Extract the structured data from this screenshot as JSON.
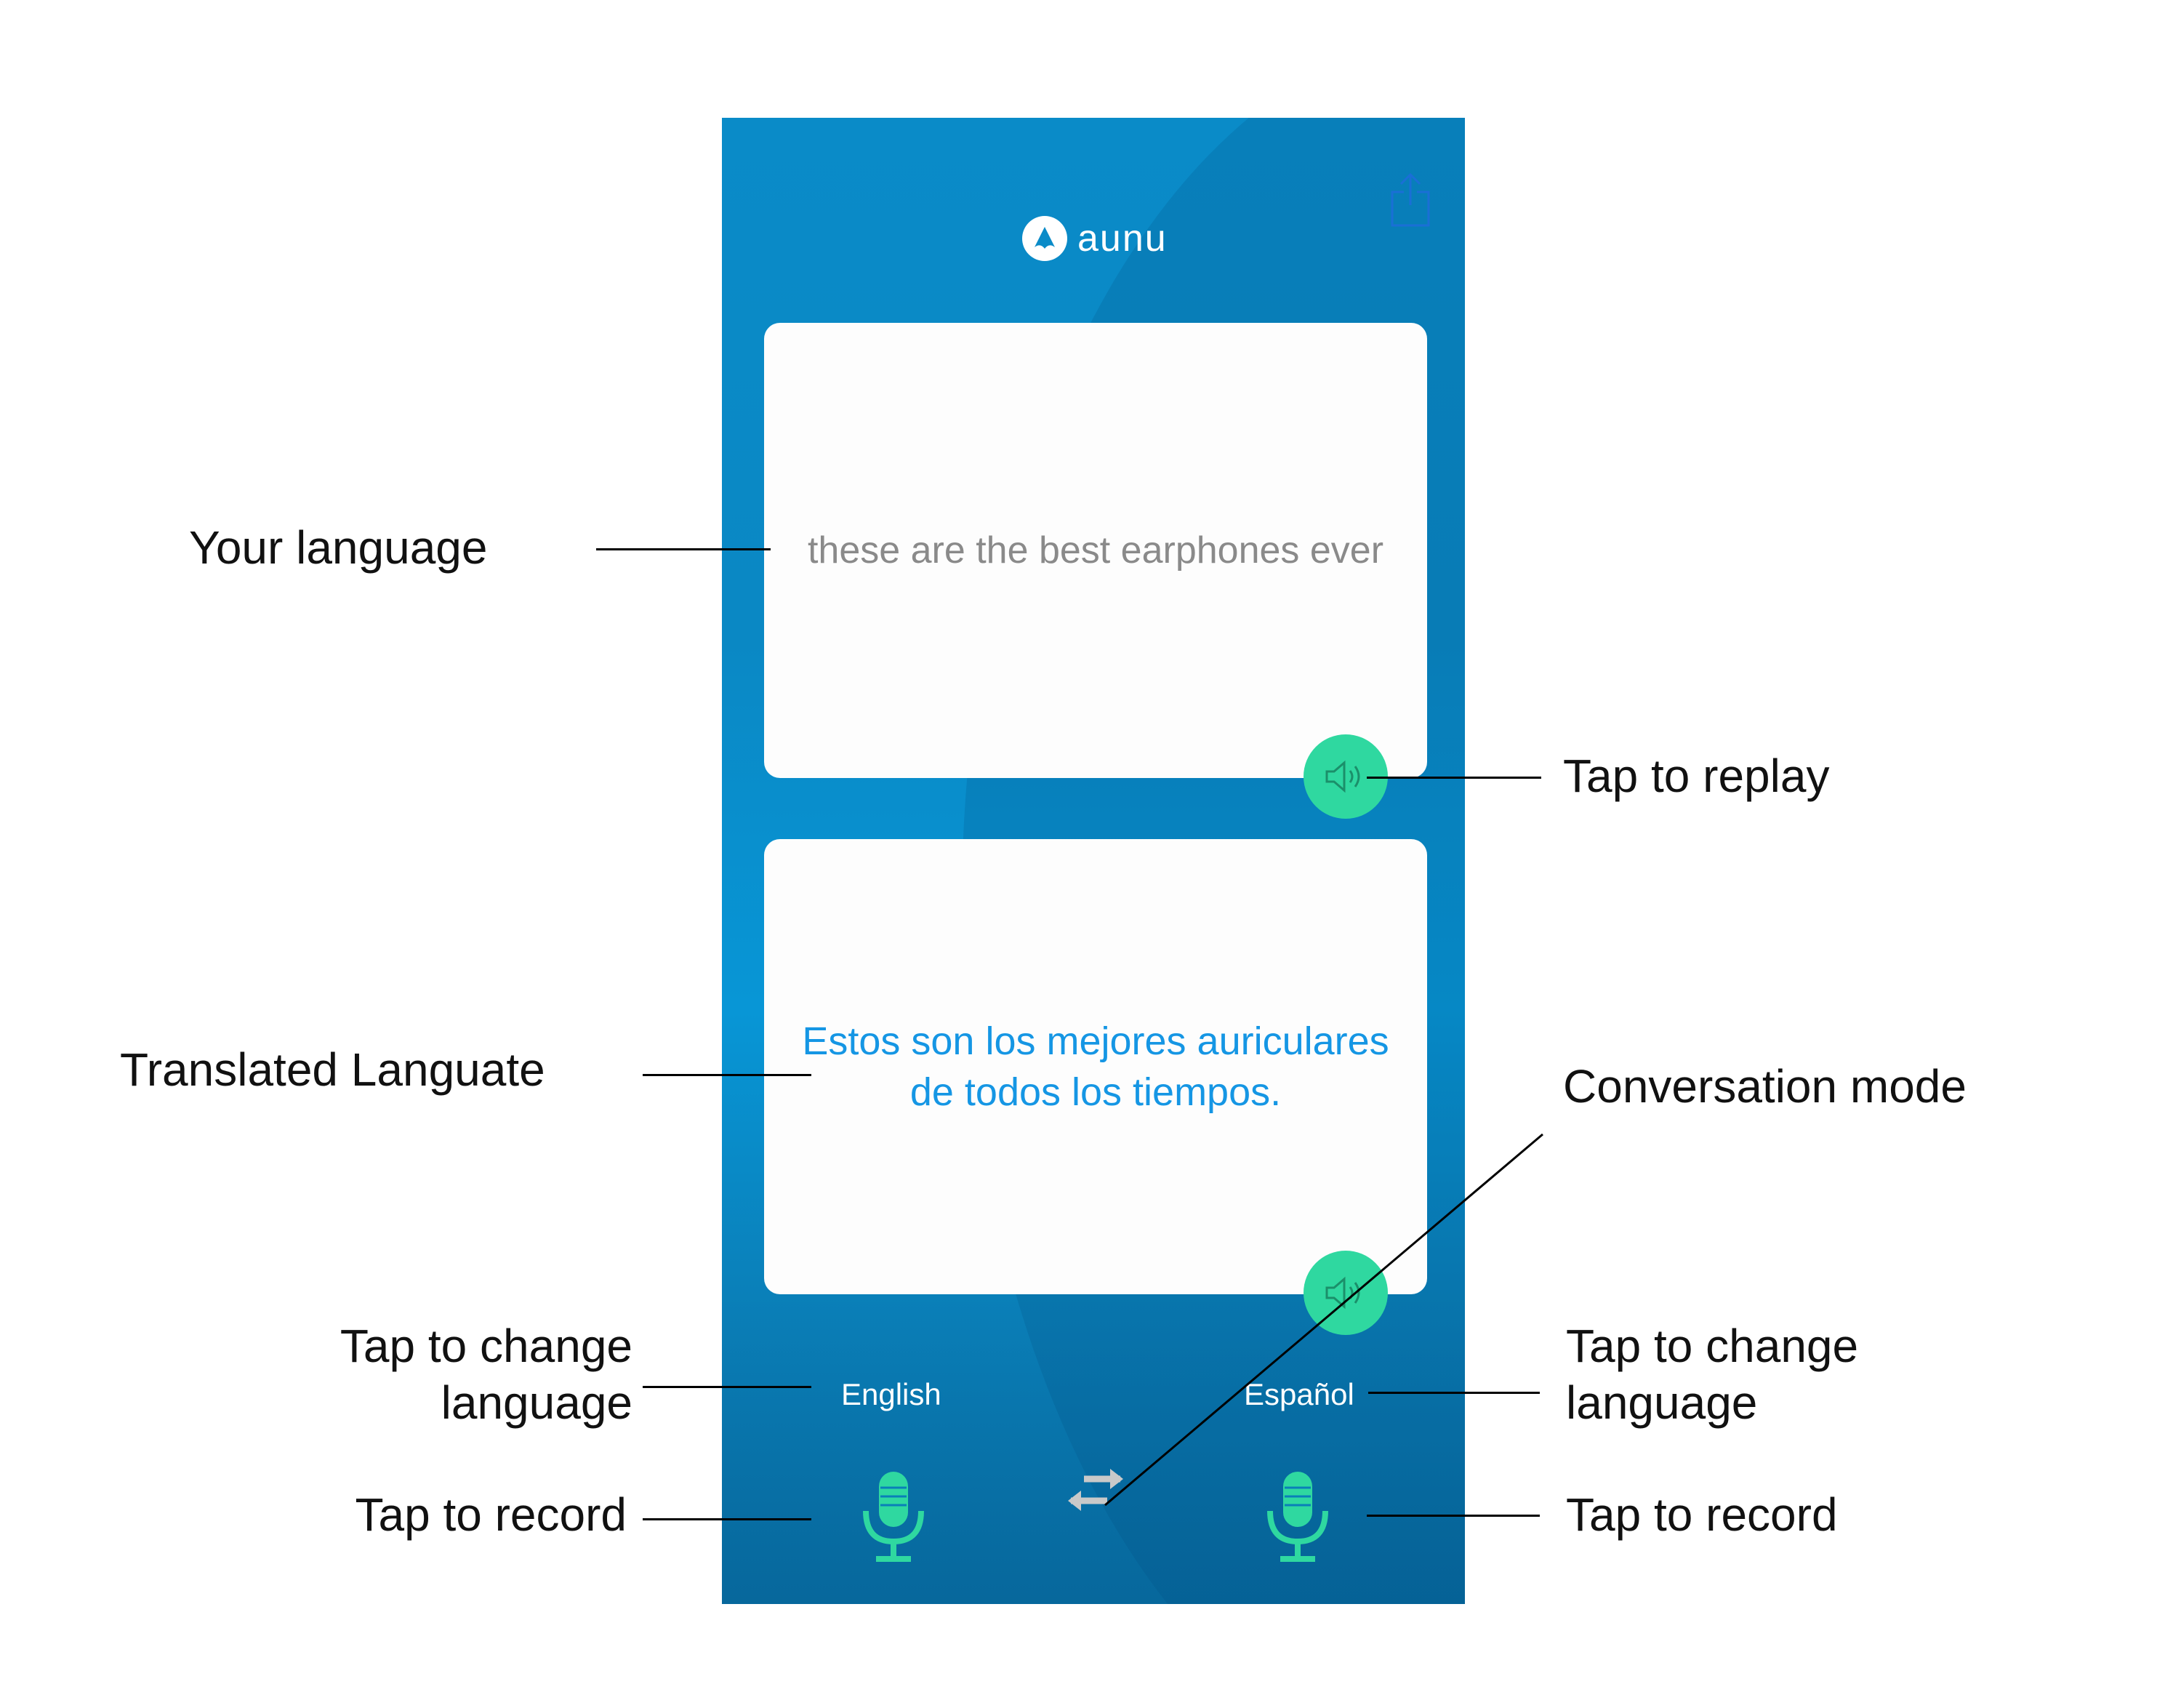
{
  "app": {
    "logo_text": "aunu",
    "source_text": "these are the best earphones ever",
    "target_text": "Estos son los mejores auriculares de todos los tiempos.",
    "source_language": "English",
    "target_language": "Español"
  },
  "annotations": {
    "your_language": "Your language",
    "tap_to_replay": "Tap to replay",
    "translated_language": "Translated Languate",
    "conversation_mode": "Conversation mode",
    "change_language_left_1": "Tap to change",
    "change_language_left_2": "language",
    "change_language_right_1": "Tap to change",
    "change_language_right_2": "language",
    "record_left": "Tap to record",
    "record_right": "Tap to record"
  },
  "icons": {
    "share": "share-icon",
    "speaker": "speaker-icon",
    "mic": "microphone-icon",
    "swap": "swap-arrows-icon"
  },
  "colors": {
    "app_blue": "#0a8bc8",
    "accent_green": "#2fd8a0",
    "translation_blue": "#1596e4",
    "source_gray": "#8a8a8a"
  }
}
